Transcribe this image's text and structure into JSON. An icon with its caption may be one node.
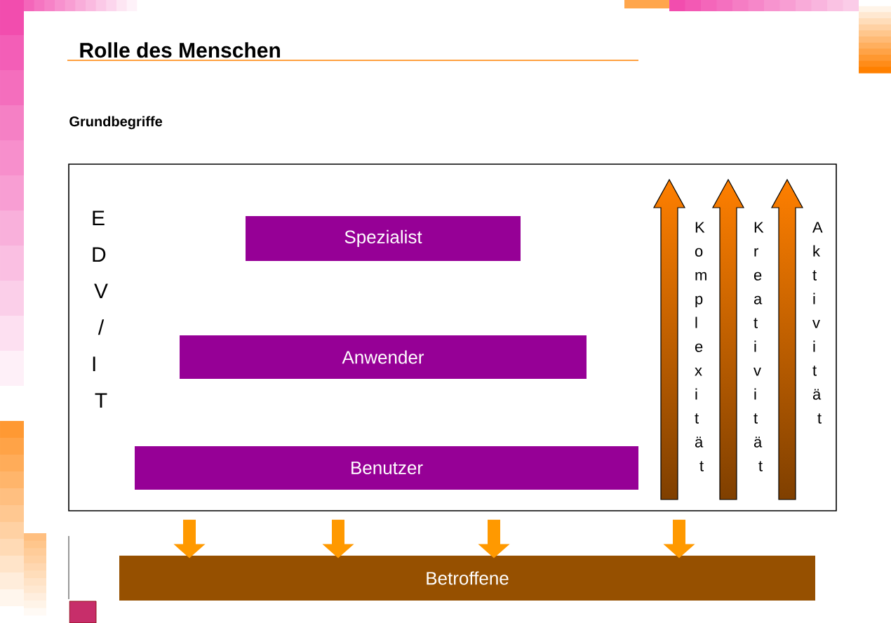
{
  "diagram": {
    "title": "Rolle des Menschen",
    "nodes": [
      {
        "text": [],
        "shape": "box"
      },
      {
        "text": [
          "Spezialist"
        ],
        "in": 0
      },
      {
        "text": [
          "Anwender"
        ],
        "in": 0
      },
      {
        "text": [
          "Benutzer"
        ],
        "in": 0
      },
      {
        "text": [
          "Betroffene"
        ]
      }
    ],
    "edges": [
      {
        "from": 0,
        "to": 4,
        "arrow": "to"
      },
      {
        "from": 0,
        "to": 4,
        "arrow": "to"
      },
      {
        "from": 0,
        "to": 4,
        "arrow": "to"
      },
      {
        "from": 0,
        "to": 4,
        "arrow": "to"
      }
    ],
    "labels": [
      "Grundbegriffe",
      "EDV / IT",
      "Komplexität",
      "Kreativität",
      "Aktivität"
    ]
  }
}
